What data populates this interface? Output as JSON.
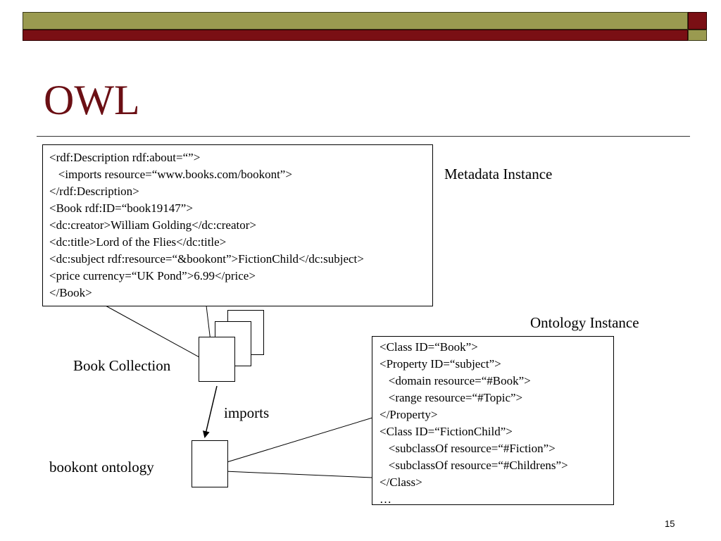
{
  "slide": {
    "title": "OWL",
    "page_number": "15",
    "colors": {
      "title": "#6b0f14",
      "band_red": "#7a0f14",
      "band_olive": "#9a9a50"
    }
  },
  "metadata_box": {
    "lines": [
      "<rdf:Description rdf:about=“”>",
      "   <imports resource=“www.books.com/bookont”>",
      "</rdf:Description>",
      "<Book rdf:ID=“book19147”>",
      "<dc:creator>William Golding</dc:creator>",
      "<dc:title>Lord of the Flies</dc:title>",
      "<dc:subject rdf:resource=“&bookont”>FictionChild</dc:subject>",
      "<price currency=“UK Pond”>6.99</price>",
      "</Book>"
    ]
  },
  "ontology_box": {
    "lines": [
      "<Class ID=“Book”>",
      "<Property ID=“subject”>",
      "   <domain resource=“#Book”>",
      "   <range resource=“#Topic”>",
      "</Property>",
      "<Class ID=“FictionChild”>",
      "   <subclassOf resource=“#Fiction”>",
      "   <subclassOf resource=“#Childrens”>",
      "</Class>",
      "…"
    ]
  },
  "labels": {
    "metadata_instance": "Metadata Instance",
    "ontology_instance": "Ontology Instance",
    "book_collection": "Book Collection",
    "imports": "imports",
    "bookont_ontology": "bookont ontology"
  }
}
